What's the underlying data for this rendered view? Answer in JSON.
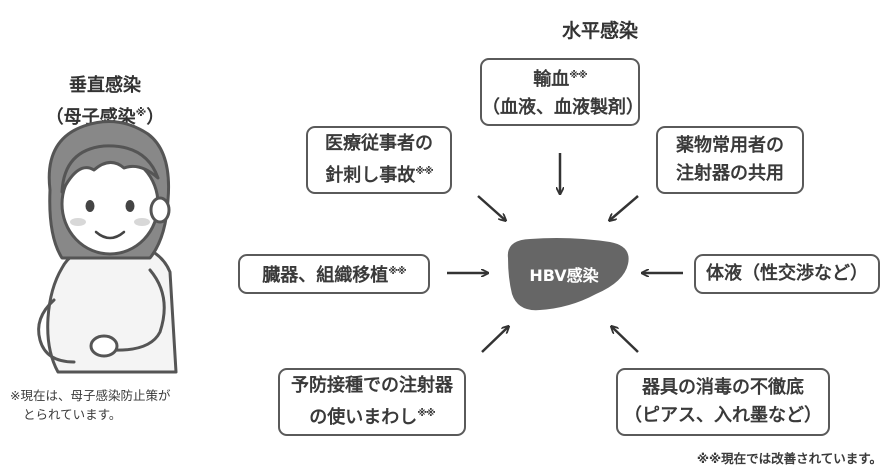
{
  "title": "水平感染",
  "vertical": {
    "title": "垂直感染",
    "subtitle": "（母子感染",
    "subtitle_mark": "※",
    "subtitle_close": "）",
    "note_line1": "※現在は、母子感染防止策が",
    "note_line2": "とられています。"
  },
  "center": {
    "label": "HBV感染"
  },
  "sources": {
    "transfusion": {
      "line1": "輸血",
      "mark": "※※",
      "line2": "（血液、血液製剤）"
    },
    "medical": {
      "line1": "医療従事者の",
      "line2": "針刺し事故",
      "mark": "※※"
    },
    "drugs": {
      "line1": "薬物常用者の",
      "line2": "注射器の共用"
    },
    "transplant": {
      "line1": "臓器、組織移植",
      "mark": "※※"
    },
    "bodily": {
      "line1": "体液（性交渉など）"
    },
    "vaccination": {
      "line1": "予防接種での注射器",
      "line2": "の使いまわし",
      "mark": "※※"
    },
    "sterilization": {
      "line1": "器具の消毒の不徹底",
      "line2": "（ピアス、入れ墨など）"
    }
  },
  "footnote": "※※現在では改善されています。",
  "colors": {
    "blob": "#666666",
    "border": "#5a5a5a",
    "text": "#333333"
  }
}
